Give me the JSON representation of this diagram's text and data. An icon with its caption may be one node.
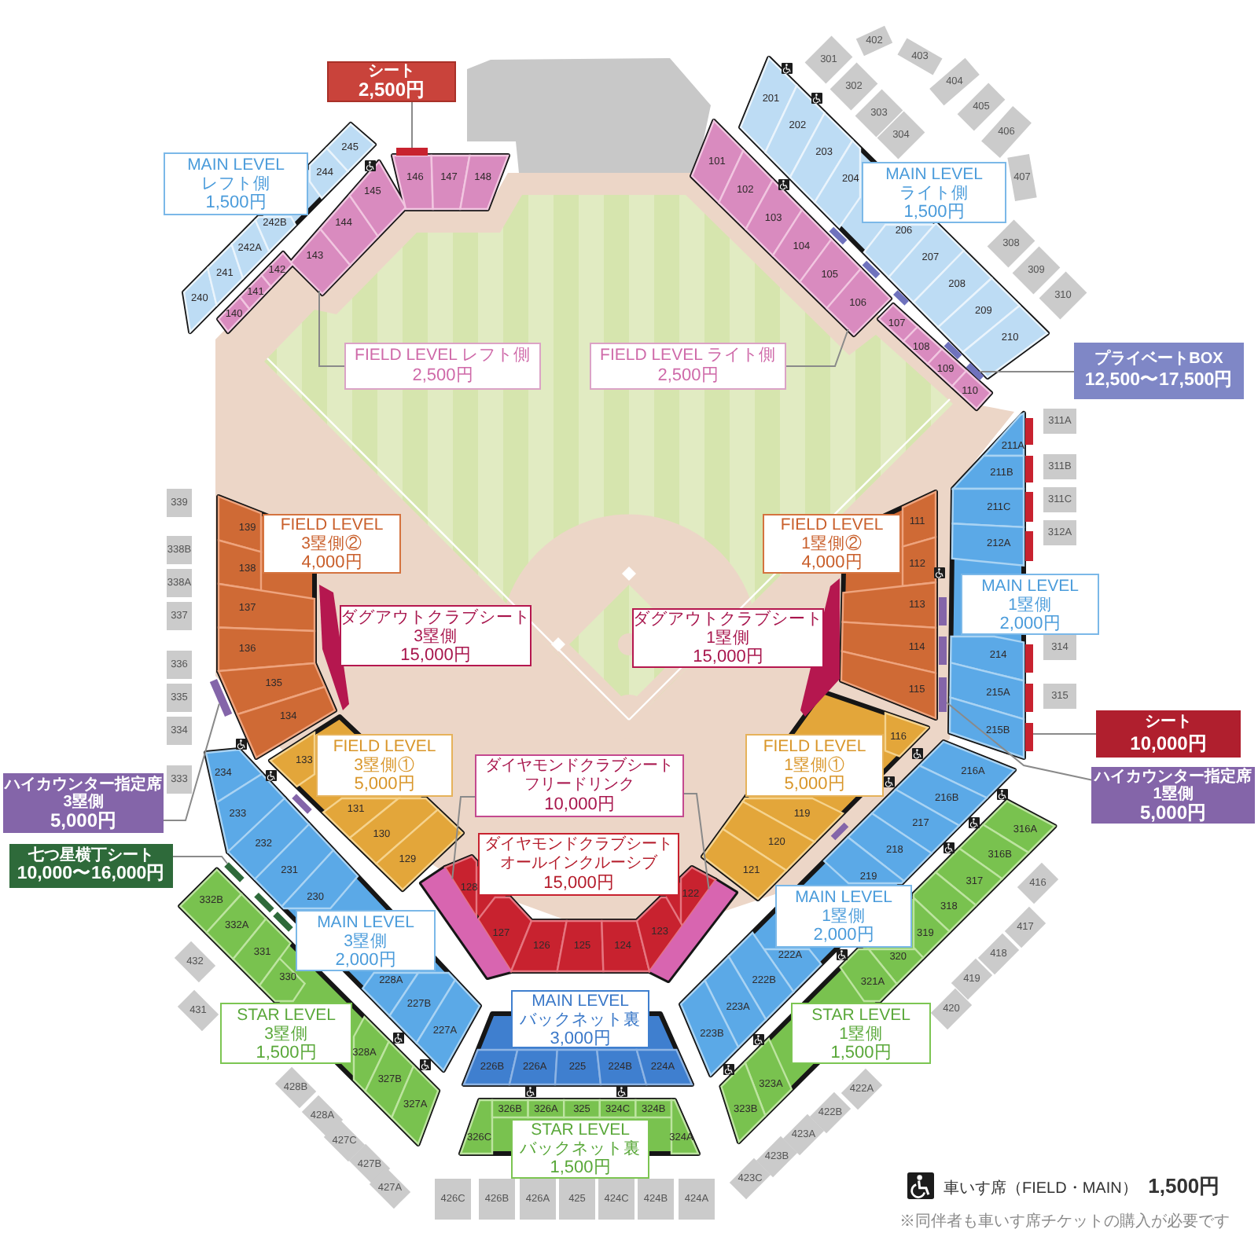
{
  "diagram": {
    "nodes": [
      {
        "text": [
          "シート",
          "2,500円"
        ]
      },
      {
        "text": [],
        "shape": "bar"
      },
      {
        "text": [
          "MAIN LEVEL",
          "レフト側",
          "1,500円"
        ]
      },
      {
        "text": [
          "240"
        ]
      },
      {
        "text": [
          "241"
        ]
      },
      {
        "text": [
          "242A"
        ]
      },
      {
        "text": [
          "242B"
        ]
      },
      {
        "text": [
          "244"
        ]
      },
      {
        "text": [
          "245"
        ]
      },
      {
        "text": [
          "140"
        ]
      },
      {
        "text": [
          "141"
        ]
      },
      {
        "text": [
          "142"
        ]
      },
      {
        "text": [
          "143"
        ]
      },
      {
        "text": [
          "144"
        ]
      },
      {
        "text": [
          "145"
        ]
      },
      {
        "text": [
          "146"
        ]
      },
      {
        "text": [
          "147"
        ]
      },
      {
        "text": [
          "148"
        ]
      },
      {
        "text": [
          "FIELD LEVEL レフト側",
          "2,500円"
        ]
      },
      {
        "text": [
          "101"
        ]
      },
      {
        "text": [
          "102"
        ]
      },
      {
        "text": [
          "103"
        ]
      },
      {
        "text": [
          "104"
        ]
      },
      {
        "text": [
          "105"
        ]
      },
      {
        "text": [
          "106"
        ]
      },
      {
        "text": [
          "107"
        ]
      },
      {
        "text": [
          "108"
        ]
      },
      {
        "text": [
          "109"
        ]
      },
      {
        "text": [
          "110"
        ]
      },
      {
        "text": [],
        "shape": "bar"
      },
      {
        "text": [
          "FIELD LEVEL ライト側",
          "2,500円"
        ]
      },
      {
        "text": [
          "MAIN LEVEL",
          "ライト側",
          "1,500円"
        ]
      },
      {
        "text": [
          "201"
        ]
      },
      {
        "text": [
          "202"
        ]
      },
      {
        "text": [
          "203"
        ]
      },
      {
        "text": [
          "204"
        ]
      },
      {
        "text": [
          "206"
        ]
      },
      {
        "text": [
          "207"
        ]
      },
      {
        "text": [
          "208"
        ]
      },
      {
        "text": [
          "209"
        ]
      },
      {
        "text": [
          "210"
        ]
      },
      {
        "text": [
          "301"
        ]
      },
      {
        "text": [
          "302"
        ]
      },
      {
        "text": [
          "303"
        ]
      },
      {
        "text": [
          "304"
        ]
      },
      {
        "text": [
          "308"
        ]
      },
      {
        "text": [
          "309"
        ]
      },
      {
        "text": [
          "310"
        ]
      },
      {
        "text": [
          "402"
        ]
      },
      {
        "text": [
          "403"
        ]
      },
      {
        "text": [
          "404"
        ]
      },
      {
        "text": [
          "405"
        ]
      },
      {
        "text": [
          "406"
        ]
      },
      {
        "text": [
          "407"
        ]
      },
      {
        "text": [
          "プライベートBOX",
          "12,500〜17,500円"
        ]
      },
      {
        "text": [
          "339"
        ]
      },
      {
        "text": [
          "338B"
        ]
      },
      {
        "text": [
          "338A"
        ]
      },
      {
        "text": [
          "337"
        ]
      },
      {
        "text": [
          "336"
        ]
      },
      {
        "text": [
          "335"
        ]
      },
      {
        "text": [
          "334"
        ]
      },
      {
        "text": [
          "333"
        ]
      },
      {
        "text": [
          "FIELD LEVEL",
          "3塁側②",
          "4,000円"
        ]
      },
      {
        "text": [
          "139"
        ]
      },
      {
        "text": [
          "138"
        ]
      },
      {
        "text": [
          "137"
        ]
      },
      {
        "text": [
          "136"
        ]
      },
      {
        "text": [
          "135"
        ]
      },
      {
        "text": [
          "134"
        ]
      },
      {
        "text": [],
        "shape": "bar"
      },
      {
        "text": [
          "ダグアウトクラブシート",
          "3塁側",
          "15,000円"
        ]
      },
      {
        "text": [
          "FIELD LEVEL",
          "1塁側②",
          "4,000円"
        ]
      },
      {
        "text": [
          "111"
        ]
      },
      {
        "text": [
          "112"
        ]
      },
      {
        "text": [
          "113"
        ]
      },
      {
        "text": [
          "114"
        ]
      },
      {
        "text": [
          "115"
        ]
      },
      {
        "text": [
          "ダグアウトクラブシート",
          "1塁側",
          "15,000円"
        ]
      },
      {
        "text": [
          "MAIN LEVEL",
          "1塁側",
          "2,000円"
        ]
      },
      {
        "text": [
          "211A"
        ]
      },
      {
        "text": [
          "211B"
        ]
      },
      {
        "text": [
          "211C"
        ]
      },
      {
        "text": [
          "212A"
        ]
      },
      {
        "text": [
          "214"
        ]
      },
      {
        "text": [
          "215A"
        ]
      },
      {
        "text": [
          "215B"
        ]
      },
      {
        "text": [
          "311A"
        ]
      },
      {
        "text": [
          "311B"
        ]
      },
      {
        "text": [
          "311C"
        ]
      },
      {
        "text": [
          "312A"
        ]
      },
      {
        "text": [
          "314"
        ]
      },
      {
        "text": [
          "315"
        ]
      },
      {
        "text": [],
        "shape": "bar"
      },
      {
        "text": [
          "シート",
          "10,000円"
        ]
      },
      {
        "text": [],
        "shape": "bar"
      },
      {
        "text": [
          "ハイカウンター指定席",
          "1塁側",
          "5,000円"
        ]
      },
      {
        "text": [
          "ハイカウンター指定席",
          "3塁側",
          "5,000円"
        ]
      },
      {
        "text": [
          "FIELD LEVEL",
          "3塁側①",
          "5,000円"
        ]
      },
      {
        "text": [
          "133"
        ]
      },
      {
        "text": [
          "131"
        ]
      },
      {
        "text": [
          "130"
        ]
      },
      {
        "text": [
          "129"
        ]
      },
      {
        "text": [
          "FIELD LEVEL",
          "1塁側①",
          "5,000円"
        ]
      },
      {
        "text": [
          "116"
        ]
      },
      {
        "text": [
          "119"
        ]
      },
      {
        "text": [
          "120"
        ]
      },
      {
        "text": [
          "121"
        ]
      },
      {
        "text": [
          "ダイヤモンドクラブシート",
          "フリードリンク",
          "10,000円"
        ]
      },
      {
        "text": [],
        "shape": "bar"
      },
      {
        "text": [],
        "shape": "bar"
      },
      {
        "text": [
          "ダイヤモンドクラブシート",
          "オールインクルーシブ",
          "15,000円"
        ]
      },
      {
        "text": [
          "128"
        ]
      },
      {
        "text": [
          "127"
        ]
      },
      {
        "text": [
          "126"
        ]
      },
      {
        "text": [
          "125"
        ]
      },
      {
        "text": [
          "124"
        ]
      },
      {
        "text": [
          "123"
        ]
      },
      {
        "text": [
          "122"
        ]
      },
      {
        "text": [
          "七つ星横丁シート",
          "10,000〜16,000円"
        ]
      },
      {
        "text": [],
        "shape": "bar"
      },
      {
        "text": [
          "234"
        ]
      },
      {
        "text": [
          "233"
        ]
      },
      {
        "text": [
          "232"
        ]
      },
      {
        "text": [
          "231"
        ]
      },
      {
        "text": [
          "230"
        ]
      },
      {
        "text": [
          "228A"
        ]
      },
      {
        "text": [
          "227B"
        ]
      },
      {
        "text": [
          "227A"
        ]
      },
      {
        "text": [
          "MAIN LEVEL",
          "3塁側",
          "2,000円"
        ]
      },
      {
        "text": [
          "216A"
        ]
      },
      {
        "text": [
          "216B"
        ]
      },
      {
        "text": [
          "217"
        ]
      },
      {
        "text": [
          "218"
        ]
      },
      {
        "text": [
          "219"
        ]
      },
      {
        "text": [
          "222A"
        ]
      },
      {
        "text": [
          "222B"
        ]
      },
      {
        "text": [
          "223A"
        ]
      },
      {
        "text": [
          "223B"
        ]
      },
      {
        "text": [
          "MAIN LEVEL",
          "1塁側",
          "2,000円"
        ]
      },
      {
        "text": [
          "332B"
        ]
      },
      {
        "text": [
          "332A"
        ]
      },
      {
        "text": [
          "331"
        ]
      },
      {
        "text": [
          "330"
        ]
      },
      {
        "text": [
          "328A"
        ]
      },
      {
        "text": [
          "327B"
        ]
      },
      {
        "text": [
          "327A"
        ]
      },
      {
        "text": [
          "STAR LEVEL",
          "3塁側",
          "1,500円"
        ]
      },
      {
        "text": [
          "316A"
        ]
      },
      {
        "text": [
          "316B"
        ]
      },
      {
        "text": [
          "317"
        ]
      },
      {
        "text": [
          "318"
        ]
      },
      {
        "text": [
          "319"
        ]
      },
      {
        "text": [
          "320"
        ]
      },
      {
        "text": [
          "321A"
        ]
      },
      {
        "text": [
          "323A"
        ]
      },
      {
        "text": [
          "323B"
        ]
      },
      {
        "text": [
          "STAR LEVEL",
          "1塁側",
          "1,500円"
        ]
      },
      {
        "text": [
          "432"
        ]
      },
      {
        "text": [
          "431"
        ]
      },
      {
        "text": [
          "428B"
        ]
      },
      {
        "text": [
          "428A"
        ]
      },
      {
        "text": [
          "427C"
        ]
      },
      {
        "text": [
          "427B"
        ]
      },
      {
        "text": [
          "427A"
        ]
      },
      {
        "text": [
          "416"
        ]
      },
      {
        "text": [
          "417"
        ]
      },
      {
        "text": [
          "418"
        ]
      },
      {
        "text": [
          "419"
        ]
      },
      {
        "text": [
          "420"
        ]
      },
      {
        "text": [
          "422A"
        ]
      },
      {
        "text": [
          "422B"
        ]
      },
      {
        "text": [
          "423A"
        ]
      },
      {
        "text": [
          "423B"
        ]
      },
      {
        "text": [
          "423C"
        ]
      },
      {
        "text": [
          "MAIN LEVEL",
          "バックネット裏",
          "3,000円"
        ]
      },
      {
        "text": [
          "226B"
        ]
      },
      {
        "text": [
          "226A"
        ]
      },
      {
        "text": [
          "225"
        ]
      },
      {
        "text": [
          "224B"
        ]
      },
      {
        "text": [
          "224A"
        ]
      },
      {
        "text": [
          "STAR LEVEL",
          "バックネット裏",
          "1,500円"
        ]
      },
      {
        "text": [
          "326C"
        ]
      },
      {
        "text": [
          "326B"
        ]
      },
      {
        "text": [
          "326A"
        ]
      },
      {
        "text": [
          "325"
        ]
      },
      {
        "text": [
          "324C"
        ]
      },
      {
        "text": [
          "324B"
        ]
      },
      {
        "text": [
          "324A"
        ]
      },
      {
        "text": [
          "426C"
        ]
      },
      {
        "text": [
          "426B"
        ]
      },
      {
        "text": [
          "426A"
        ]
      },
      {
        "text": [
          "425"
        ]
      },
      {
        "text": [
          "424C"
        ]
      },
      {
        "text": [
          "424B"
        ]
      },
      {
        "text": [
          "424A"
        ]
      },
      {
        "text": [],
        "shape": "bar"
      },
      {
        "text": [],
        "shape": "bar"
      },
      {
        "text": [],
        "shape": "bar"
      },
      {
        "text": [],
        "shape": "bar"
      },
      {
        "text": [],
        "shape": "bar"
      },
      {
        "text": [],
        "shape": "bar"
      },
      {
        "text": [],
        "shape": "bar"
      },
      {
        "text": [],
        "shape": "bar"
      },
      {
        "text": [],
        "shape": "bar"
      },
      {
        "text": [],
        "shape": "bar"
      },
      {
        "text": [],
        "shape": "bar"
      },
      {
        "text": [],
        "shape": "bar"
      },
      {
        "text": [],
        "shape": "bar"
      },
      {
        "text": [],
        "shape": "bar"
      },
      {
        "text": [],
        "shape": "bar"
      },
      {
        "text": [],
        "shape": "bar"
      }
    ],
    "edges": [
      {
        "from": 0,
        "to": 1,
        "arrow": "none"
      },
      {
        "from": 18,
        "to": 12,
        "arrow": "none"
      },
      {
        "from": 30,
        "to": 24,
        "arrow": "none"
      },
      {
        "from": 54,
        "to": 29,
        "arrow": "none"
      },
      {
        "from": 94,
        "to": 93,
        "arrow": "none"
      },
      {
        "from": 96,
        "to": 95,
        "arrow": "none"
      },
      {
        "from": 97,
        "to": 70,
        "arrow": "none"
      },
      {
        "from": 108,
        "to": 109,
        "arrow": "none"
      },
      {
        "from": 108,
        "to": 110,
        "arrow": "none"
      },
      {
        "from": 119,
        "to": 120,
        "arrow": "none"
      }
    ],
    "labels": [
      "※同伴者も車いす席チケットの購入が必要です"
    ],
    "legend": [
      {
        "text": "車いす席（FIELD・MAIN） **1,500円**"
      }
    ]
  }
}
